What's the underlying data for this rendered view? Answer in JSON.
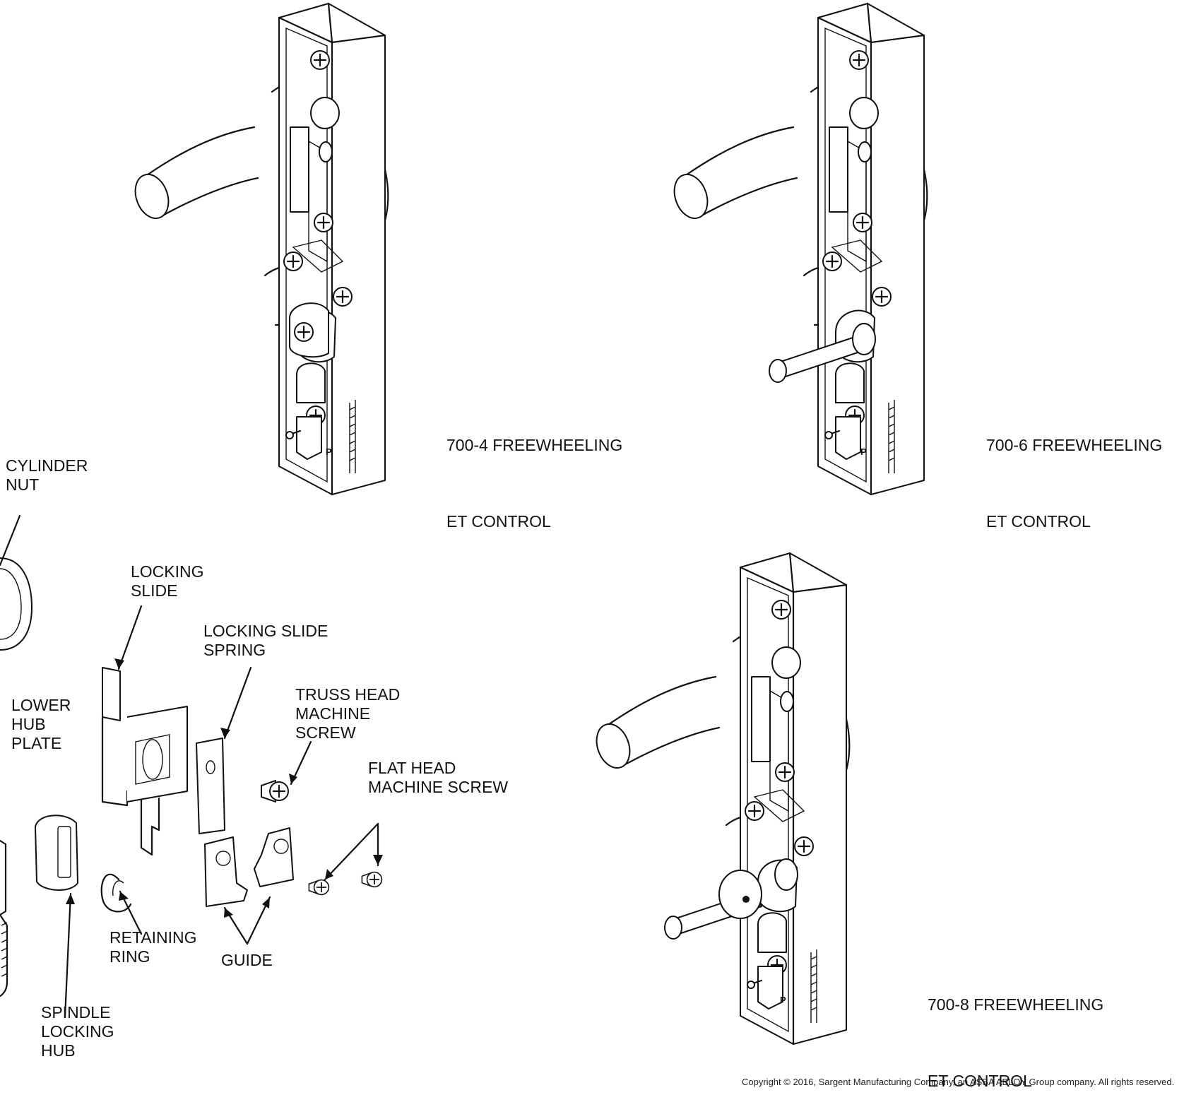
{
  "figures": [
    {
      "id": "700-4",
      "caption_line1": "700-4 FREEWHEELING",
      "caption_line2": "ET CONTROL"
    },
    {
      "id": "700-6",
      "caption_line1": "700-6 FREEWHEELING",
      "caption_line2": "ET CONTROL"
    },
    {
      "id": "700-8",
      "caption_line1": "700-8 FREEWHEELING",
      "caption_line2": "ET CONTROL"
    }
  ],
  "callouts": {
    "cylinder_nut": "CYLINDER\nNUT",
    "locking_slide": "LOCKING\nSLIDE",
    "locking_slide_spring": "LOCKING SLIDE\nSPRING",
    "truss_head_machine_screw": "TRUSS HEAD\nMACHINE\nSCREW",
    "flat_head_machine_screw": "FLAT HEAD\nMACHINE SCREW",
    "lower_hub_plate": "LOWER\nHUB\nPLATE",
    "retaining_ring": "RETAINING\nRING",
    "guide": "GUIDE",
    "spindle_locking_hub": "SPINDLE\nLOCKING\nHUB"
  },
  "part_mark": "P",
  "copyright": "Copyright © 2016, Sargent Manufacturing Company, an ASSA ABLOY Group company. All rights reserved."
}
